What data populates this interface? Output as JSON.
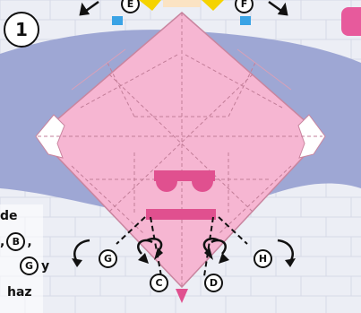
{
  "step": {
    "number": "1"
  },
  "labels": {
    "B": "B",
    "C": "C",
    "D": "D",
    "E": "E",
    "F": "F",
    "G": "G",
    "H": "H"
  },
  "instructions": {
    "line1": "de",
    "line2_prefix": ",",
    "line2_suffix": ",",
    "line3_suffix": "y",
    "line4": "haz"
  },
  "colors": {
    "paper": "#f6b6d2",
    "paper_dark": "#e0508f",
    "background_blue": "#9ea7d4",
    "brick": "#e9ebf3",
    "accent_pink": "#e75a9c"
  }
}
